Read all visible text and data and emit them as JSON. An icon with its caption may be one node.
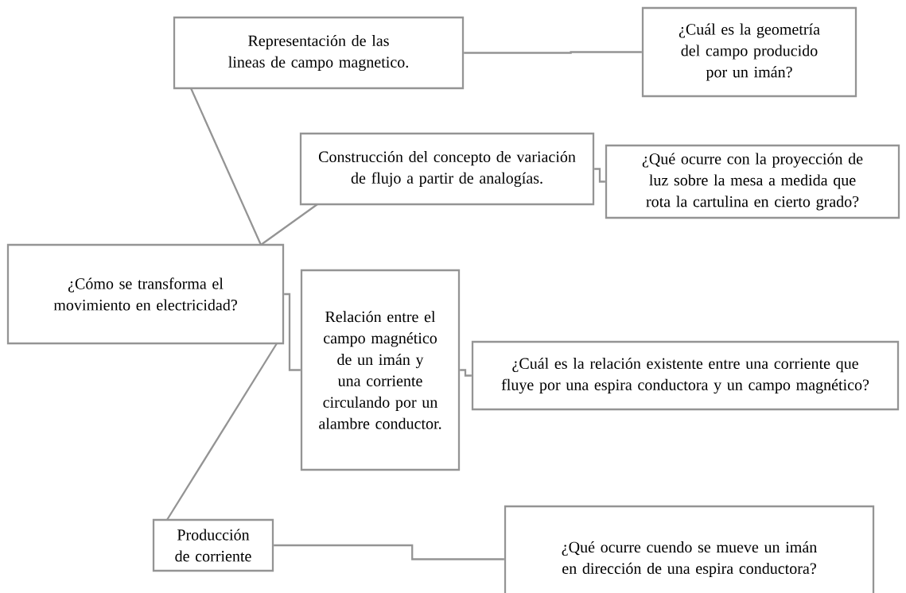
{
  "diagram": {
    "nodes": [
      {
        "text": [
          "¿Cómo se transforma el movimiento en electricidad?"
        ]
      },
      {
        "text": [
          "Representación de las lineas de campo magnetico."
        ]
      },
      {
        "text": [
          "¿Cuál es la geometría del campo producido por un imán?"
        ]
      },
      {
        "text": [
          "Construcción del concepto de variación de flujo a partir de analogías."
        ]
      },
      {
        "text": [
          "¿Qué ocurre con la proyección de luz sobre la mesa a medida que rota la cartulina en cierto grado?"
        ]
      },
      {
        "text": [
          "Relación entre el campo magnético de un imán y una corriente circulando por un alambre conductor."
        ]
      },
      {
        "text": [
          "¿Cuál es la relación existente entre una corriente que fluye por una espira conductora y un campo magnético?"
        ]
      },
      {
        "text": [
          "Producción de corriente"
        ]
      },
      {
        "text": [
          "¿Qué ocurre cuendo se mueve un imán en dirección de una espira conductora?"
        ]
      }
    ],
    "edges": [
      {
        "from": 0,
        "to": 1,
        "arrow": "none"
      },
      {
        "from": 1,
        "to": 2,
        "arrow": "none"
      },
      {
        "from": 0,
        "to": 3,
        "arrow": "none"
      },
      {
        "from": 3,
        "to": 4,
        "arrow": "none"
      },
      {
        "from": 0,
        "to": 5,
        "arrow": "none"
      },
      {
        "from": 5,
        "to": 6,
        "arrow": "none"
      },
      {
        "from": 0,
        "to": 7,
        "arrow": "none"
      },
      {
        "from": 7,
        "to": 8,
        "arrow": "none"
      }
    ]
  }
}
